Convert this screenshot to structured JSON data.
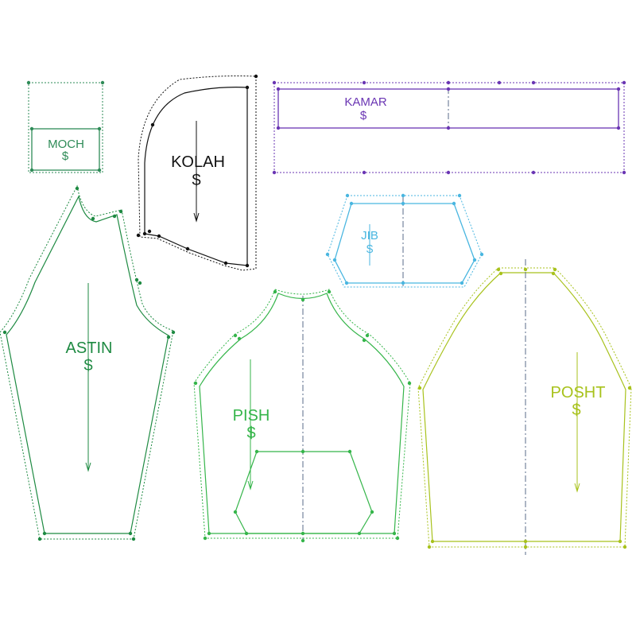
{
  "pieces": {
    "moch": {
      "label": "MOCH",
      "grain": "$",
      "color": "#2e8b57"
    },
    "kolah": {
      "label": "KOLAH",
      "grain": "$",
      "color": "#111111"
    },
    "kamar": {
      "label": "KAMAR",
      "grain": "$",
      "color": "#6a35b3"
    },
    "jib": {
      "label": "JIB",
      "grain": "$",
      "color": "#49b6e0"
    },
    "astin": {
      "label": "ASTIN",
      "grain": "$",
      "color": "#1e8a42"
    },
    "pish": {
      "label": "PISH",
      "grain": "$",
      "color": "#35b54a"
    },
    "posht": {
      "label": "POSHT",
      "grain": "$",
      "color": "#a8c21c"
    }
  }
}
